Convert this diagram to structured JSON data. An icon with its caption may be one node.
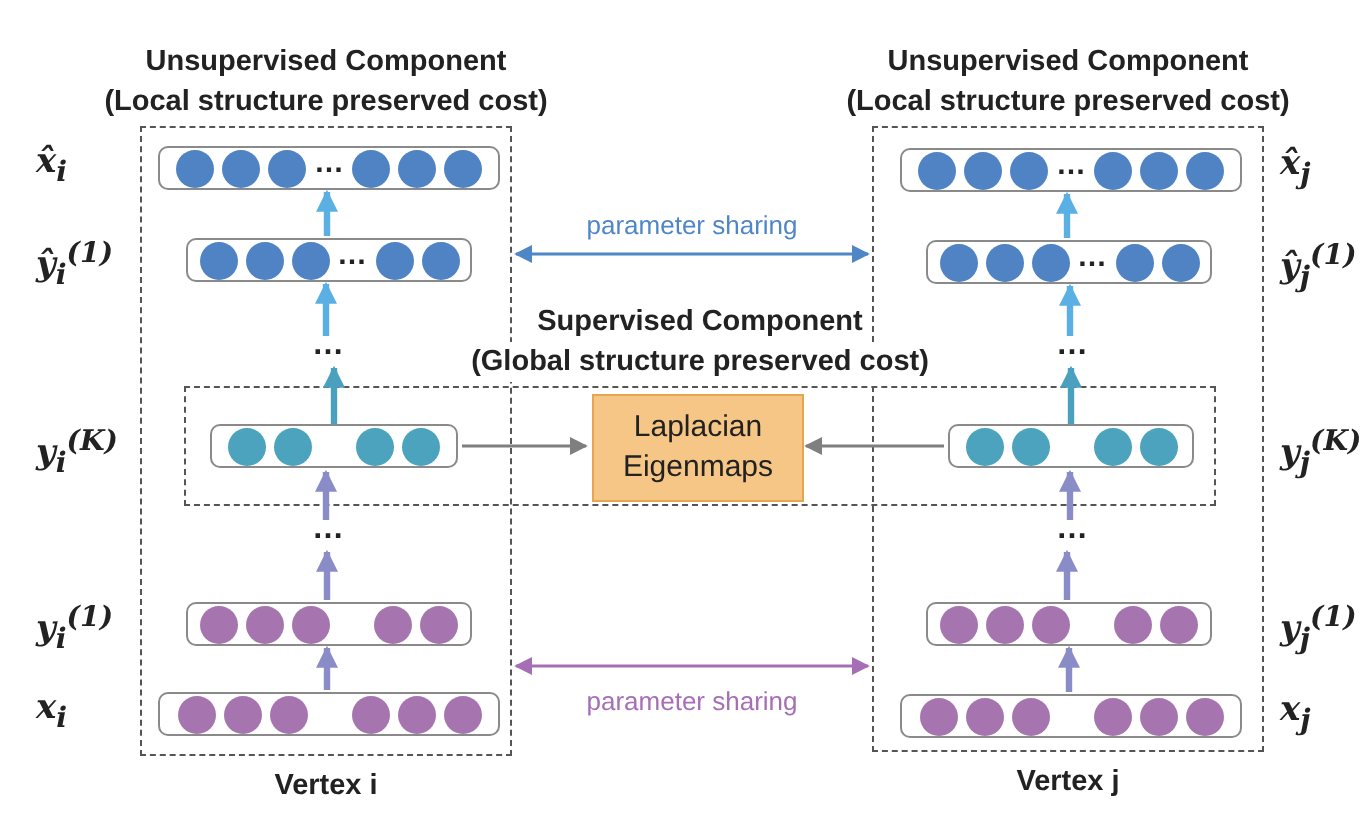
{
  "diagram": {
    "nodes": [
      {
        "text": [
          "Unsupervised Component",
          "(Local structure preserved cost)",
          "Vertex i"
        ]
      },
      {
        "text": [
          "…"
        ],
        "in": 0,
        "beside": [
          "x̂$_{i}$"
        ]
      },
      {
        "text": [
          "…"
        ],
        "in": 0,
        "beside": [
          "ŷ$_{i}$$^{(1)}$"
        ]
      },
      {
        "text": [
          "…"
        ],
        "in": 0
      },
      {
        "text": [
          "Supervised Component",
          "(Global structure preserved cost)"
        ]
      },
      {
        "text": [],
        "shape": "box",
        "beside": [
          "y$_{i}$$^{(K)}$"
        ]
      },
      {
        "text": [
          "Laplacian Eigenmaps"
        ],
        "in": 4
      },
      {
        "text": [
          "…"
        ],
        "in": 0
      },
      {
        "text": [],
        "shape": "box",
        "in": 0,
        "beside": [
          "y$_{i}$$^{(1)}$"
        ]
      },
      {
        "text": [],
        "shape": "box",
        "in": 0,
        "beside": [
          "x$_{i}$"
        ]
      },
      {
        "text": [
          "Unsupervised Component",
          "(Local structure preserved cost)",
          "Vertex j"
        ]
      },
      {
        "text": [
          "…"
        ],
        "in": 10,
        "beside": [
          "x̂$_{j}$"
        ]
      },
      {
        "text": [
          "…"
        ],
        "in": 10,
        "beside": [
          "ŷ$_{j}$$^{(1)}$"
        ]
      },
      {
        "text": [
          "…"
        ],
        "in": 10
      },
      {
        "text": [],
        "shape": "box",
        "beside": [
          "y$_{j}$$^{(K)}$"
        ]
      },
      {
        "text": [
          "…"
        ],
        "in": 10
      },
      {
        "text": [],
        "shape": "box",
        "in": 10,
        "beside": [
          "y$_{j}$$^{(1)}$"
        ]
      },
      {
        "text": [],
        "shape": "box",
        "in": 10,
        "beside": [
          "x$_{j}$"
        ]
      }
    ],
    "edges": [
      {
        "from": 9,
        "to": 8,
        "arrow": "to"
      },
      {
        "from": 8,
        "to": 7,
        "arrow": "to"
      },
      {
        "from": 7,
        "to": 5,
        "arrow": "to"
      },
      {
        "from": 5,
        "to": 3,
        "arrow": "to",
        "color": "#4aa0bf"
      },
      {
        "from": 3,
        "to": 2,
        "arrow": "to",
        "color": "#5ab0e2"
      },
      {
        "from": 2,
        "to": 1,
        "arrow": "to",
        "color": "#5ab0e2"
      },
      {
        "from": 5,
        "to": 6,
        "arrow": "to",
        "color": "#7f7f7f"
      },
      {
        "from": 17,
        "to": 16,
        "arrow": "to"
      },
      {
        "from": 16,
        "to": 15,
        "arrow": "to"
      },
      {
        "from": 15,
        "to": 14,
        "arrow": "to"
      },
      {
        "from": 14,
        "to": 13,
        "arrow": "to",
        "color": "#4aa0bf"
      },
      {
        "from": 13,
        "to": 12,
        "arrow": "to",
        "color": "#5ab0e2"
      },
      {
        "from": 12,
        "to": 11,
        "arrow": "to",
        "color": "#5ab0e2"
      },
      {
        "from": 14,
        "to": 6,
        "arrow": "to",
        "color": "#7f7f7f"
      },
      {
        "from": 0,
        "to": 10,
        "arrow": "both",
        "label": "parameter sharing",
        "color": "#4f86c6"
      },
      {
        "from": 0,
        "to": 10,
        "arrow": "both",
        "label": "parameter sharing",
        "color": "#a66fb5"
      }
    ]
  }
}
